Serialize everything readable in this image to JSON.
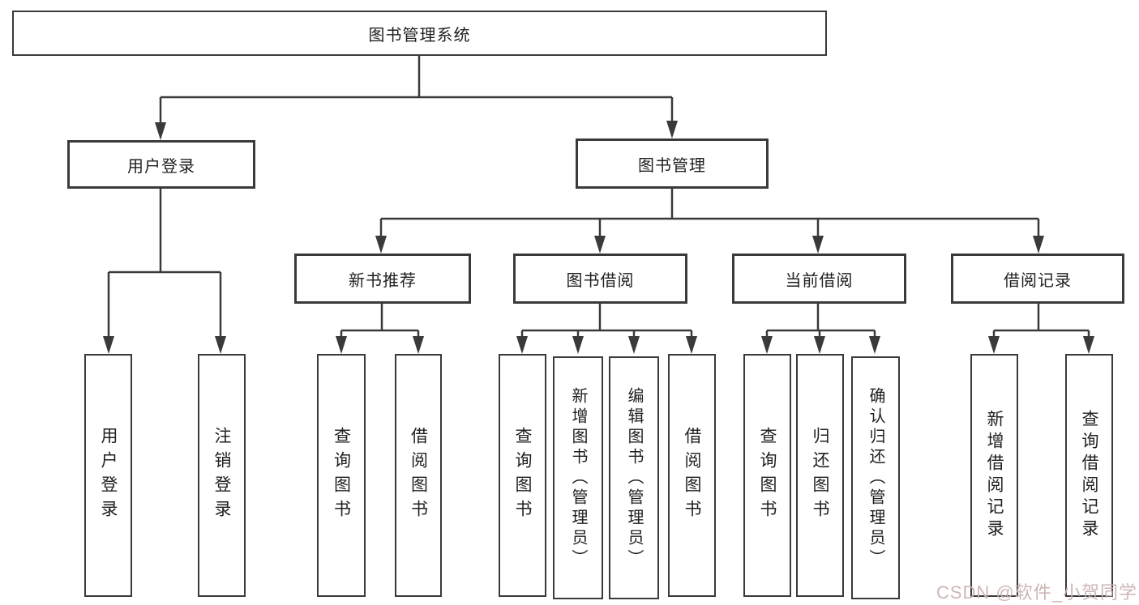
{
  "tree": {
    "root": "图书管理系统",
    "children": [
      {
        "label": "用户登录",
        "children": [
          "用户登录",
          "注销登录"
        ]
      },
      {
        "label": "图书管理",
        "children": [
          {
            "label": "新书推荐",
            "children": [
              "查询图书",
              "借阅图书"
            ]
          },
          {
            "label": "图书借阅",
            "children": [
              "查询图书",
              "新增图书（管理员）",
              "编辑图书（管理员）",
              "借阅图书"
            ]
          },
          {
            "label": "当前借阅",
            "children": [
              "查询图书",
              "归还图书",
              "确认归还（管理员）"
            ]
          },
          {
            "label": "借阅记录",
            "children": [
              "新增借阅记录",
              "查询借阅记录"
            ]
          }
        ]
      }
    ]
  },
  "watermark": {
    "text": "CSDN @软件_小贺同学",
    "color": "#cab2b2"
  },
  "colors": {
    "line": "#3a3a3a",
    "box_fill": "#ffffff",
    "background": "#ffffff"
  }
}
